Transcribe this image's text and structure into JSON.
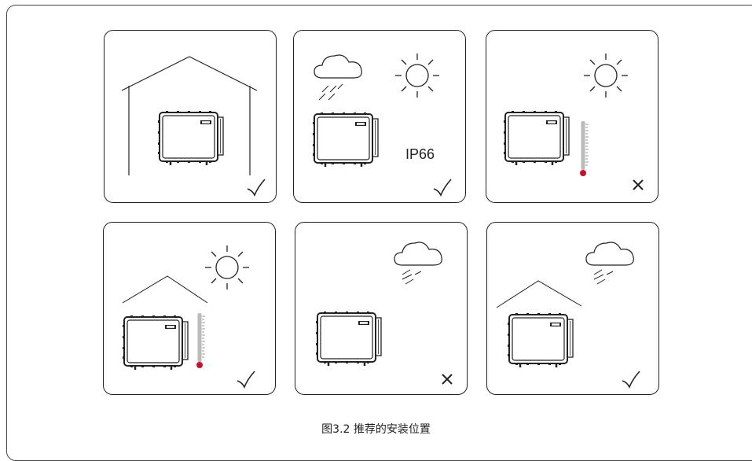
{
  "panels": [
    {
      "id": "indoor-house",
      "result": "check"
    },
    {
      "id": "outdoor-rain-sun",
      "result": "check",
      "label": "IP66"
    },
    {
      "id": "direct-sun-heat",
      "result": "cross"
    },
    {
      "id": "shaded-roof-sun",
      "result": "check"
    },
    {
      "id": "outdoor-storm",
      "result": "cross"
    },
    {
      "id": "shaded-roof-storm",
      "result": "check"
    }
  ],
  "caption": "图3.2 推荐的安装位置",
  "colors": {
    "line": "#222222",
    "thermo_red": "#c8102e",
    "thermo_gray": "#bbbbbb"
  },
  "icons": {
    "ok": "check-icon",
    "bad": "cross-icon"
  }
}
